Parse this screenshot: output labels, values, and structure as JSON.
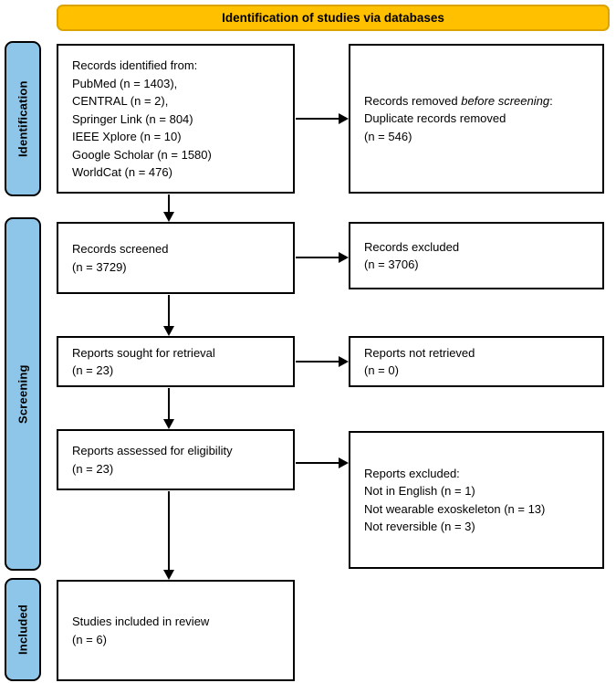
{
  "banner": {
    "label": "Identification of studies via databases"
  },
  "colors": {
    "banner_bg": "#FFC000",
    "banner_border": "#DCA200",
    "stage_bg": "#8EC6E9"
  },
  "stages": [
    {
      "label": "Identification"
    },
    {
      "label": "Screening"
    },
    {
      "label": "Included"
    }
  ],
  "boxes": {
    "records_identified": {
      "title": "Records identified from:",
      "items": [
        "PubMed (n = 1403),",
        "CENTRAL (n = 2),",
        "Springer Link (n = 804)",
        "IEEE Xplore (n = 10)",
        "Google Scholar (n = 1580)",
        "WorldCat (n = 476)"
      ]
    },
    "records_removed": {
      "title_prefix": "Records removed ",
      "title_italic": "before screening",
      "title_suffix": ":",
      "items": [
        "Duplicate records removed",
        "(n = 546)"
      ]
    },
    "records_screened": {
      "lines": [
        "Records screened",
        "(n = 3729)"
      ]
    },
    "records_excluded": {
      "lines": [
        "Records excluded",
        "(n = 3706)"
      ]
    },
    "reports_sought": {
      "lines": [
        "Reports sought for retrieval",
        "(n = 23)"
      ]
    },
    "reports_not_retrieved": {
      "lines": [
        "Reports not retrieved",
        "(n = 0)"
      ]
    },
    "reports_assessed": {
      "lines": [
        "Reports assessed for eligibility",
        "(n = 23)"
      ]
    },
    "reports_excluded": {
      "title": "Reports excluded:",
      "items": [
        "Not in English (n = 1)",
        "Not wearable exoskeleton (n = 13)",
        "Not reversible (n = 3)"
      ]
    },
    "studies_included": {
      "lines": [
        "Studies included in review",
        "(n = 6)"
      ]
    }
  }
}
